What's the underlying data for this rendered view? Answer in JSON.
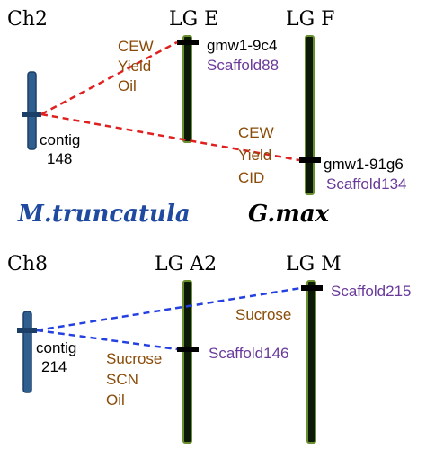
{
  "colors": {
    "chrom_blue": "#2f5f8f",
    "chrom_blue_dark": "#1b3f66",
    "chrom_green": "#6a8f2f",
    "chrom_green_fill": "#0d1a08",
    "red_dash": "#e02020",
    "blue_dash": "#2540e0",
    "trait_brown": "#8a4b08",
    "scaffold_purple": "#6a3a9a",
    "species_blue": "#1f4aa0",
    "black": "#000000"
  },
  "panel_top": {
    "ch_label": "Ch2",
    "lg_left_label": "LG E",
    "lg_right_label": "LG F",
    "contig_line1": "contig",
    "contig_line2": "148",
    "traits_left": [
      "CEW",
      "Yield",
      "Oil"
    ],
    "traits_right": [
      "CEW",
      "Yield",
      "CID"
    ],
    "marker_left_name": "gmw1-9c4",
    "marker_left_scaffold": "Scaffold88",
    "marker_right_name": "gmw1-91g6",
    "marker_right_scaffold": "Scaffold134"
  },
  "species": {
    "left": "M.truncatula",
    "right": "G.max"
  },
  "panel_bottom": {
    "ch_label": "Ch8",
    "lg_left_label": "LG A2",
    "lg_right_label": "LG M",
    "contig_line1": "contig",
    "contig_line2": "214",
    "trait_right": "Sucrose",
    "traits_left": [
      "Sucrose",
      "SCN",
      "Oil"
    ],
    "marker_left_scaffold": "Scaffold146",
    "marker_right_scaffold": "Scaffold215"
  }
}
